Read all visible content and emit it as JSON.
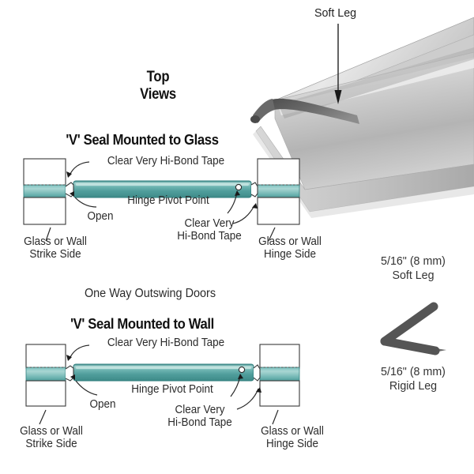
{
  "headings": {
    "top_views_line1": "Top",
    "top_views_line2": "Views"
  },
  "photo": {
    "soft_leg_label": "Soft Leg",
    "alt_name": "v-seal-extrusion-photo"
  },
  "cross_section": {
    "top_line1": "5/16\" (8 mm)",
    "top_line2": "Soft Leg",
    "bottom_line1": "5/16\" (8 mm)",
    "bottom_line2": "Rigid Leg"
  },
  "diagrams": [
    {
      "id": "v-seal-mounted-to-glass",
      "title": "'V' Seal Mounted to Glass",
      "labels": {
        "tape_top": "Clear Very Hi-Bond Tape",
        "hinge_pivot": "Hinge Pivot Point",
        "open": "Open",
        "tape_right_line1": "Clear Very",
        "tape_right_line2": "Hi-Bond Tape",
        "left_block_line1": "Glass or Wall",
        "left_block_line2": "Strike Side",
        "right_block_line1": "Glass or Wall",
        "right_block_line2": "Hinge Side"
      }
    },
    {
      "id": "v-seal-mounted-to-wall",
      "title": "'V' Seal Mounted to Wall",
      "labels": {
        "tape_top": "Clear Very Hi-Bond Tape",
        "hinge_pivot": "Hinge Pivot Point",
        "open": "Open",
        "tape_right_line1": "Clear Very",
        "tape_right_line2": "Hi-Bond Tape",
        "left_block_line1": "Glass or Wall",
        "left_block_line2": "Strike Side",
        "right_block_line1": "Glass or Wall",
        "right_block_line2": "Hinge Side"
      }
    }
  ],
  "caption": {
    "one_way": "One Way Outswing Doors"
  },
  "colors": {
    "teal_body": "#4f9d9b",
    "teal_light": "#9fd0cd",
    "teal_edge": "#2f7d7c",
    "outline": "#3a3a3a",
    "text": "#1a1a1a",
    "background": "#ffffff",
    "photo_gray": "#b8b8b8",
    "vshape": "#555555"
  }
}
